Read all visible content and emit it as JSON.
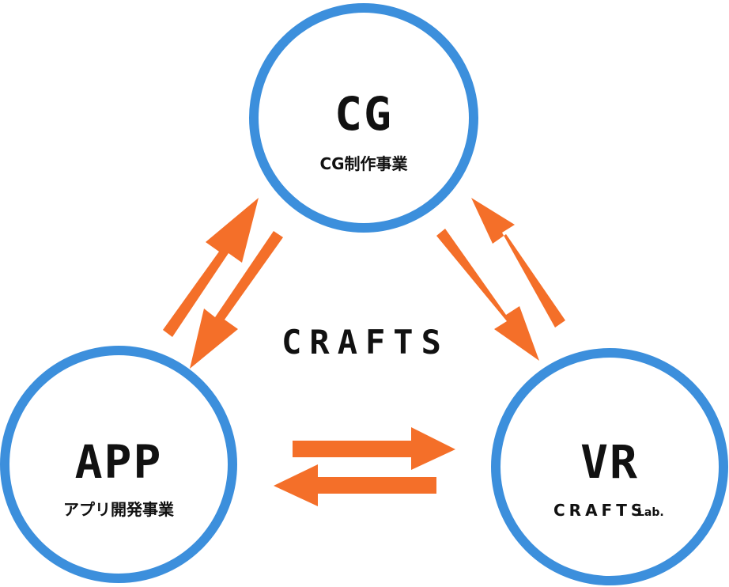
{
  "nodes": {
    "cg": {
      "title": "CG",
      "subtitle": "CG制作事業"
    },
    "app": {
      "title": "APP",
      "subtitle": "アプリ開発事業"
    },
    "vr": {
      "title": "VR",
      "subtitle_main": "CRAFTS",
      "subtitle_small": "Lab."
    }
  },
  "center_label": "CRAFTS",
  "colors": {
    "circle_stroke": "#3c8fdc",
    "arrow": "#f46f29",
    "text": "#111111"
  }
}
